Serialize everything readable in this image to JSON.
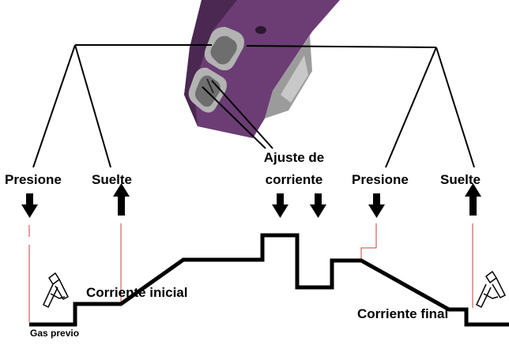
{
  "labels": {
    "press_1": "Presione",
    "release_1": "Suelte",
    "current_adjust_line1": "Ajuste de",
    "current_adjust_line2": "corriente",
    "press_2": "Presione",
    "release_2": "Suelte",
    "initial_current": "Corriente inicial",
    "final_current": "Corriente final",
    "pre_gas": "Gas previo"
  },
  "colors": {
    "torch_body": "#6b3d74",
    "torch_dark": "#4a2852",
    "button_gray": "#b3b3b3",
    "button_dark": "#6e6e6e",
    "waveform": "#000000",
    "marker_red": "#d23b3b",
    "connector_lines": "#000000"
  },
  "icons": {
    "arrow_down": "arrow-down-icon",
    "arrow_up": "arrow-up-icon",
    "torch": "welding-torch-icon"
  }
}
